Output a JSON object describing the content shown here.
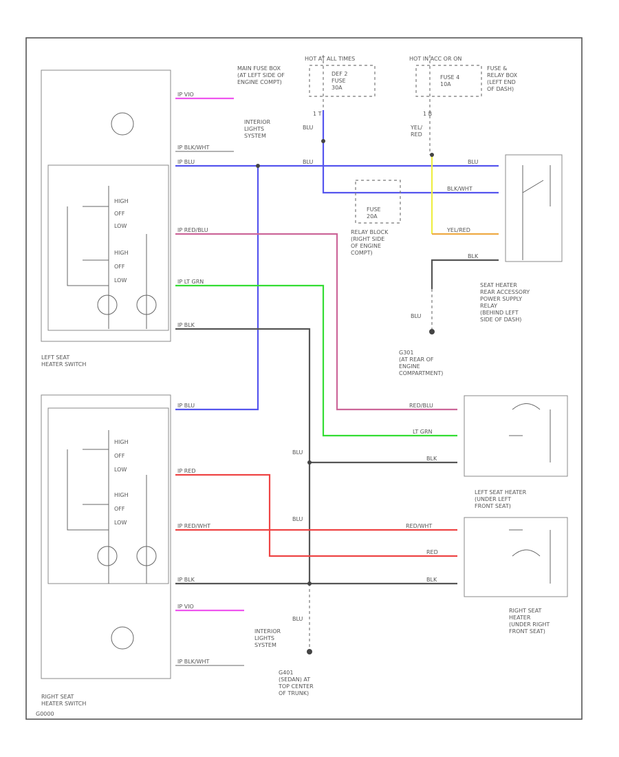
{
  "colors": {
    "blue": "#5555ee",
    "pink": "#ee55ee",
    "red": "#ee4444",
    "green": "#33dd33",
    "yellow": "#eeee44",
    "orange": "#eeaa44",
    "mauve": "#cc6699",
    "black": "#555555",
    "frame": "#555555"
  },
  "labels": {
    "hot_at_all_times": "HOT AT ALL TIMES",
    "hot_in_acc_or_on": "HOT IN ACC OR ON",
    "main_fuse_box": "MAIN FUSE BOX\n(AT LEFT SIDE OF\nENGINE COMPT)",
    "fuse_box_top": "DEF 2\nFUSE\n30A",
    "fuse_4": "FUSE 4\n10A",
    "fuse_relay_box": "FUSE &\nRELAY BOX\n(LEFT END\nOF DASH)",
    "interior_lights_top": "INTERIOR\nLIGHTS\nSYSTEM",
    "interior_lights_bottom": "INTERIOR\nLIGHTS\nSYSTEM",
    "relay_fuse": "FUSE\n20A",
    "relay_block": "RELAY BLOCK\n(RIGHT SIDE\nOF ENGINE\nCOMPT)",
    "seat_heater_relay": "SEAT HEATER\nREAR ACCESSORY\nPOWER SUPPLY\nRELAY\n(BEHIND LEFT\nSIDE OF DASH)",
    "g301": "G301\n(AT REAR OF\nENGINE\nCOMPARTMENT)",
    "g401": "G401\n(SEDAN) AT\nTOP CENTER\nOF TRUNK)",
    "left_seat_switch": "LEFT SEAT\nHEATER SWITCH",
    "right_seat_switch": "RIGHT SEAT\nHEATER SWITCH",
    "left_seat_heater": "LEFT SEAT HEATER\n(UNDER LEFT\nFRONT SEAT)",
    "right_seat_heater": "RIGHT SEAT\nHEATER\n(UNDER RIGHT\nFRONT SEAT)",
    "high": "HIGH",
    "off": "OFF",
    "low": "LOW",
    "corner_code": "G0000",
    "wire_blu": "BLU",
    "wire_yel_red": "YEL/\nRED",
    "wire_1_t": "1   T",
    "wire_1_b": "1   B",
    "w_pink_top": "IP  VIO",
    "w_grn_top": "IP  BLK/WHT",
    "w_blu_top": "IP  BLU",
    "w_mauve": "IP  RED/BLU",
    "w_ltgrn": "IP  LT GRN",
    "w_blk": "IP  BLK",
    "w_blu_r": "BLU",
    "w_blkwht_r": "BLK/WHT",
    "w_yelred_r": "YEL/RED",
    "w_blk_r": "BLK",
    "w_redblu_r": "RED/BLU",
    "w_ltgrn_r": "LT GRN",
    "w_blk2_r": "BLK",
    "w_rs_blu": "IP  BLU",
    "w_rs_red": "IP  RED",
    "w_rs_redwht": "IP  RED/WHT",
    "w_rs_blk": "IP  BLK",
    "w_rs_vio": "IP  VIO",
    "w_rs_blkwht": "IP  BLK/WHT",
    "w_rh_redwht": "RED/WHT",
    "w_rh_red": "RED",
    "w_rh_blk": "BLK"
  }
}
